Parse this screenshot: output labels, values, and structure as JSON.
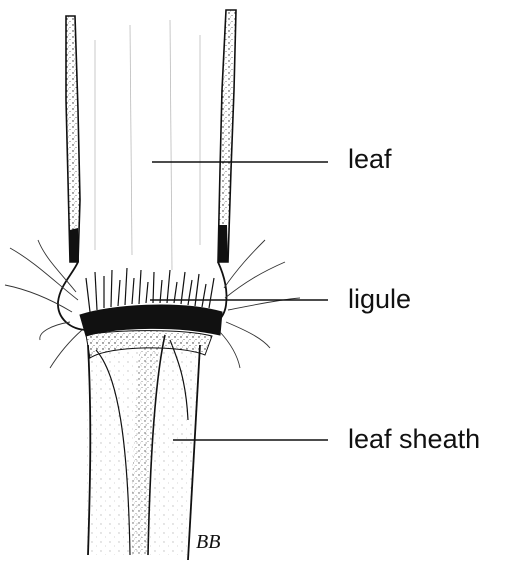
{
  "labels": {
    "leaf": "leaf",
    "ligule": "ligule",
    "leaf_sheath": "leaf sheath"
  },
  "signature": "BB",
  "colors": {
    "ink": "#111111",
    "background": "#ffffff"
  }
}
